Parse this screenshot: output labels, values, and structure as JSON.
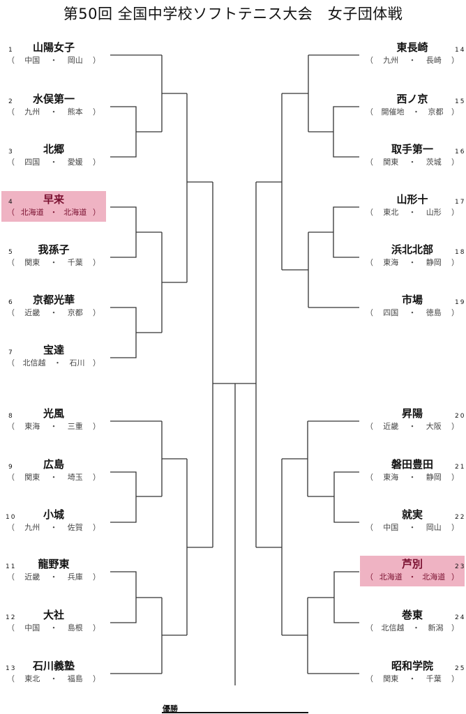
{
  "title": "第50回 全国中学校ソフトテニス大会　女子団体戦",
  "champion_label": "優勝",
  "highlight_color": "#efb3c3",
  "entries": [
    {
      "no": "1",
      "name": "山陽女子",
      "region": "中国",
      "pref": "岡山",
      "highlighted": false
    },
    {
      "no": "2",
      "name": "水俣第一",
      "region": "九州",
      "pref": "熊本",
      "highlighted": false
    },
    {
      "no": "3",
      "name": "北郷",
      "region": "四国",
      "pref": "愛媛",
      "highlighted": false
    },
    {
      "no": "4",
      "name": "早来",
      "region": "北海道",
      "pref": "北海道",
      "highlighted": true
    },
    {
      "no": "5",
      "name": "我孫子",
      "region": "関東",
      "pref": "千葉",
      "highlighted": false
    },
    {
      "no": "6",
      "name": "京都光華",
      "region": "近畿",
      "pref": "京都",
      "highlighted": false
    },
    {
      "no": "7",
      "name": "宝達",
      "region": "北信越",
      "pref": "石川",
      "highlighted": false
    },
    {
      "no": "8",
      "name": "光風",
      "region": "東海",
      "pref": "三重",
      "highlighted": false
    },
    {
      "no": "9",
      "name": "広島",
      "region": "関東",
      "pref": "埼玉",
      "highlighted": false
    },
    {
      "no": "10",
      "name": "小城",
      "region": "九州",
      "pref": "佐賀",
      "highlighted": false
    },
    {
      "no": "11",
      "name": "龍野東",
      "region": "近畿",
      "pref": "兵庫",
      "highlighted": false
    },
    {
      "no": "12",
      "name": "大社",
      "region": "中国",
      "pref": "島根",
      "highlighted": false
    },
    {
      "no": "13",
      "name": "石川義塾",
      "region": "東北",
      "pref": "福島",
      "highlighted": false
    },
    {
      "no": "14",
      "name": "東長崎",
      "region": "九州",
      "pref": "長崎",
      "highlighted": false
    },
    {
      "no": "15",
      "name": "西ノ京",
      "region": "開催地",
      "pref": "京都",
      "highlighted": false
    },
    {
      "no": "16",
      "name": "取手第一",
      "region": "関東",
      "pref": "茨城",
      "highlighted": false
    },
    {
      "no": "17",
      "name": "山形十",
      "region": "東北",
      "pref": "山形",
      "highlighted": false
    },
    {
      "no": "18",
      "name": "浜北北部",
      "region": "東海",
      "pref": "静岡",
      "highlighted": false
    },
    {
      "no": "19",
      "name": "市場",
      "region": "四国",
      "pref": "徳島",
      "highlighted": false
    },
    {
      "no": "20",
      "name": "昇陽",
      "region": "近畿",
      "pref": "大阪",
      "highlighted": false
    },
    {
      "no": "21",
      "name": "磐田豊田",
      "region": "東海",
      "pref": "静岡",
      "highlighted": false
    },
    {
      "no": "22",
      "name": "就実",
      "region": "中国",
      "pref": "岡山",
      "highlighted": false
    },
    {
      "no": "23",
      "name": "芦別",
      "region": "北海道",
      "pref": "北海道",
      "highlighted": true
    },
    {
      "no": "24",
      "name": "巻東",
      "region": "北信越",
      "pref": "新潟",
      "highlighted": false
    },
    {
      "no": "25",
      "name": "昭和学院",
      "region": "関東",
      "pref": "千葉",
      "highlighted": false
    }
  ],
  "punct": {
    "open": "（",
    "dot": "・",
    "close": "）"
  }
}
